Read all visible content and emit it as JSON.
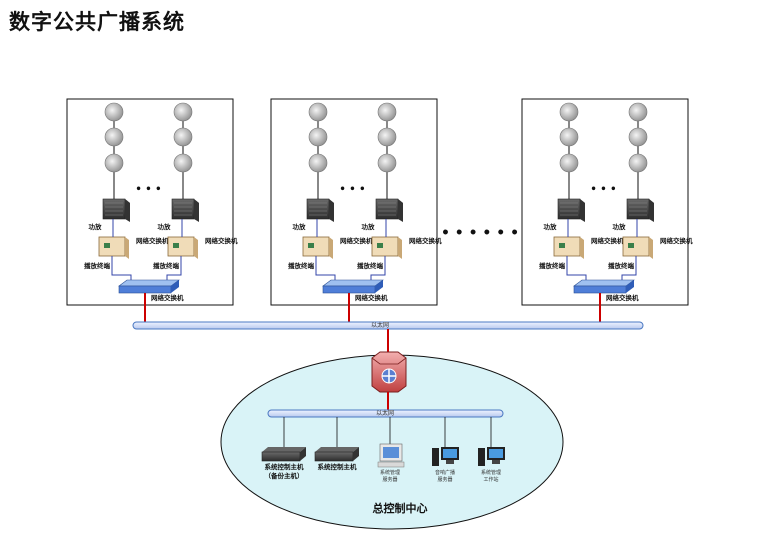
{
  "title": "数字公共广播系统",
  "zone": {
    "amp_label": "功放",
    "zone_switch_label": "网络交换机",
    "terminal_label": "播放终端",
    "main_switch_label": "网络交换机",
    "dots": "• • •"
  },
  "between_zones_dots": "• • • • • •",
  "backbone_label": "以太网",
  "center": {
    "bus_label": "以太网",
    "devices": [
      {
        "label1": "系统控制主机",
        "label2": "（备份主机）"
      },
      {
        "label1": "系统控制主机",
        "label2": ""
      },
      {
        "label1": "系统管理",
        "label2": "服务器"
      },
      {
        "label1": "音响广播",
        "label2": "服务器"
      },
      {
        "label1": "系统管理",
        "label2": "工作站"
      }
    ],
    "caption": "总控制中心"
  },
  "colors": {
    "bus": "#4a78c2",
    "bus_light": "#dfe8fa",
    "ellipse": "#d9f3f7",
    "uplink": "#cc0000",
    "audio": "#3344aa"
  }
}
